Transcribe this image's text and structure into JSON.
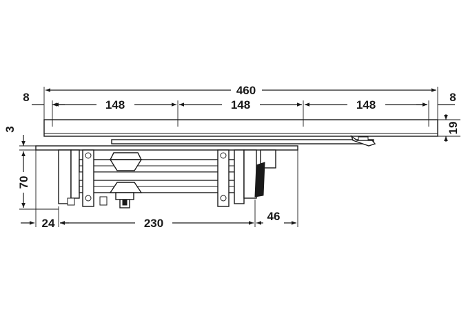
{
  "dimensions": {
    "overall_length": "460",
    "end_offset_left": "8",
    "end_offset_right": "8",
    "segment_1": "148",
    "segment_2": "148",
    "segment_3": "148",
    "rail_height": "19",
    "gap": "3",
    "body_height": "70",
    "left_offset": "24",
    "body_length": "230",
    "right_offset": "46"
  }
}
